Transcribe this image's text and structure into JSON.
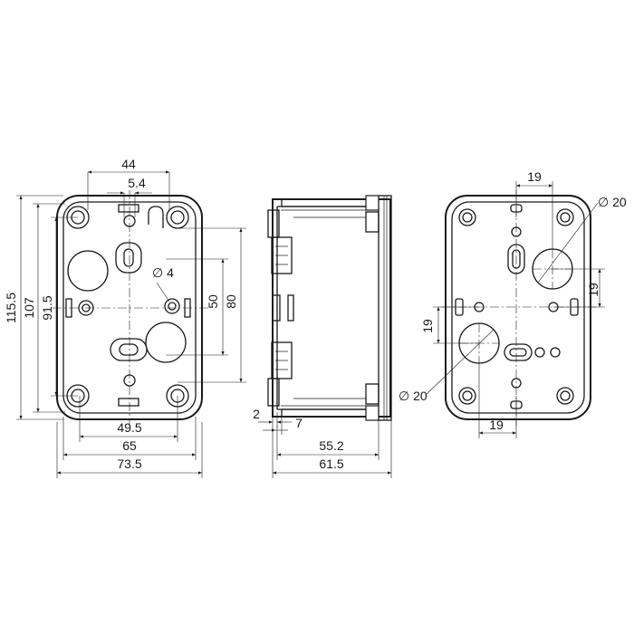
{
  "dimensions": {
    "front": {
      "top_width": "44",
      "top_small": "5.4",
      "hole_dia": "∅ 4",
      "height_outer": "115.5",
      "height_107": "107",
      "height_91": "91.5",
      "v50": "50",
      "v80": "80",
      "w49": "49.5",
      "w65": "65",
      "w73": "73.5"
    },
    "side": {
      "wall": "2",
      "rim": "7",
      "depth_inner": "55.2",
      "depth_outer": "61.5"
    },
    "back": {
      "top19": "19",
      "bot19": "19",
      "right19": "19",
      "left19": "19",
      "dia_top": "∅ 20",
      "dia_bottom": "∅ 20"
    }
  }
}
